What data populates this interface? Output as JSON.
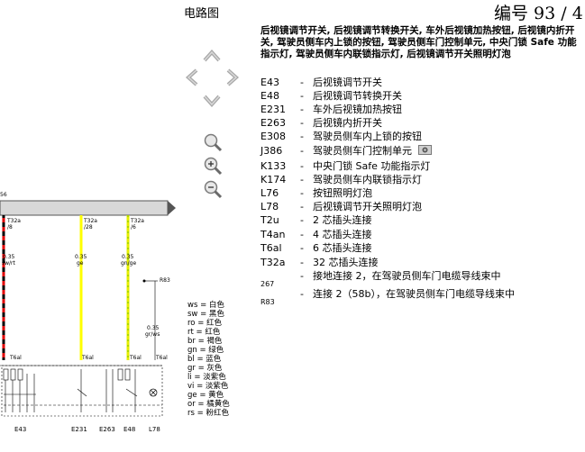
{
  "header": {
    "title": "电路图",
    "page_number": "编号 93 / 4"
  },
  "description": "后视镜调节开关, 后视镜调节转换开关, 车外后视镜加热按钮, 后视镜内折开关, 驾驶员侧车内上锁的按钮, 驾驶员侧车门控制单元, 中央门锁 Safe 功能指示灯, 驾驶员侧车内联锁指示灯, 后视镜调节开关照明灯泡",
  "legend": [
    {
      "code": "E43",
      "text": "后视镜调节开关"
    },
    {
      "code": "E48",
      "text": "后视镜调节转换开关"
    },
    {
      "code": "E231",
      "text": "车外后视镜加热按钮"
    },
    {
      "code": "E263",
      "text": "后视镜内折开关"
    },
    {
      "code": "E308",
      "text": "驾驶员侧车内上锁的按钮"
    },
    {
      "code": "J386",
      "text": "驾驶员侧车门控制单元"
    },
    {
      "code": "K133",
      "text": "中央门锁 Safe 功能指示灯"
    },
    {
      "code": "K174",
      "text": "驾驶员侧车内联锁指示灯"
    },
    {
      "code": "L76",
      "text": "按钮照明灯泡"
    },
    {
      "code": "L78",
      "text": "后视镜调节开关照明灯泡"
    },
    {
      "code": "T2u",
      "text": "2 芯插头连接"
    },
    {
      "code": "T4an",
      "text": "4 芯插头连接"
    },
    {
      "code": "T6al",
      "text": "6 芯插头连接"
    },
    {
      "code": "T32a",
      "text": "32 芯插头连接"
    },
    {
      "code": "267",
      "text": "接地连接 2，在驾驶员侧车门电缆导线束中"
    },
    {
      "code": "R83",
      "text": "连接 2（58b），在驾驶员侧车门电缆导线束中"
    }
  ],
  "color_codes": [
    "ws = 白色",
    "sw = 黑色",
    "ro = 红色",
    "rt = 红色",
    "br = 褐色",
    "gn = 绿色",
    "bl = 蓝色",
    "gr = 灰色",
    "li = 淡紫色",
    "vi = 淡紫色",
    "ge = 黄色",
    "or = 橘黄色",
    "rs = 粉红色"
  ],
  "diagram": {
    "bus_label": "56",
    "wires": [
      {
        "connector": "T32a",
        "pin": "/8",
        "size": "0.35",
        "color": "sw/rt"
      },
      {
        "connector": "T32a",
        "pin": "/28",
        "size": "0.35",
        "color": "ge"
      },
      {
        "connector": "T32a",
        "pin": "/6",
        "size": "0.35",
        "color": "gn/ge"
      }
    ],
    "side_wire": {
      "size": "0.35",
      "color": "gr/ws"
    },
    "ref_label": "R83",
    "plug_labels": [
      "T6al",
      "T6al",
      "T6al",
      "T6al"
    ],
    "components": [
      "E43",
      "E231",
      "E263",
      "E48",
      "L78"
    ]
  },
  "colors": {
    "wire_red": "#e00000",
    "wire_yellow": "#ffff00",
    "wire_yellow_green": "#e6ee00",
    "nav_icon": "#b0b0b0",
    "bus_bar": "#d8d8d8"
  },
  "icons": [
    "arrow-up-icon",
    "arrow-left-icon",
    "arrow-right-icon",
    "arrow-down-icon",
    "zoom-icon",
    "zoom-in-icon",
    "zoom-out-icon",
    "camera-icon"
  ]
}
